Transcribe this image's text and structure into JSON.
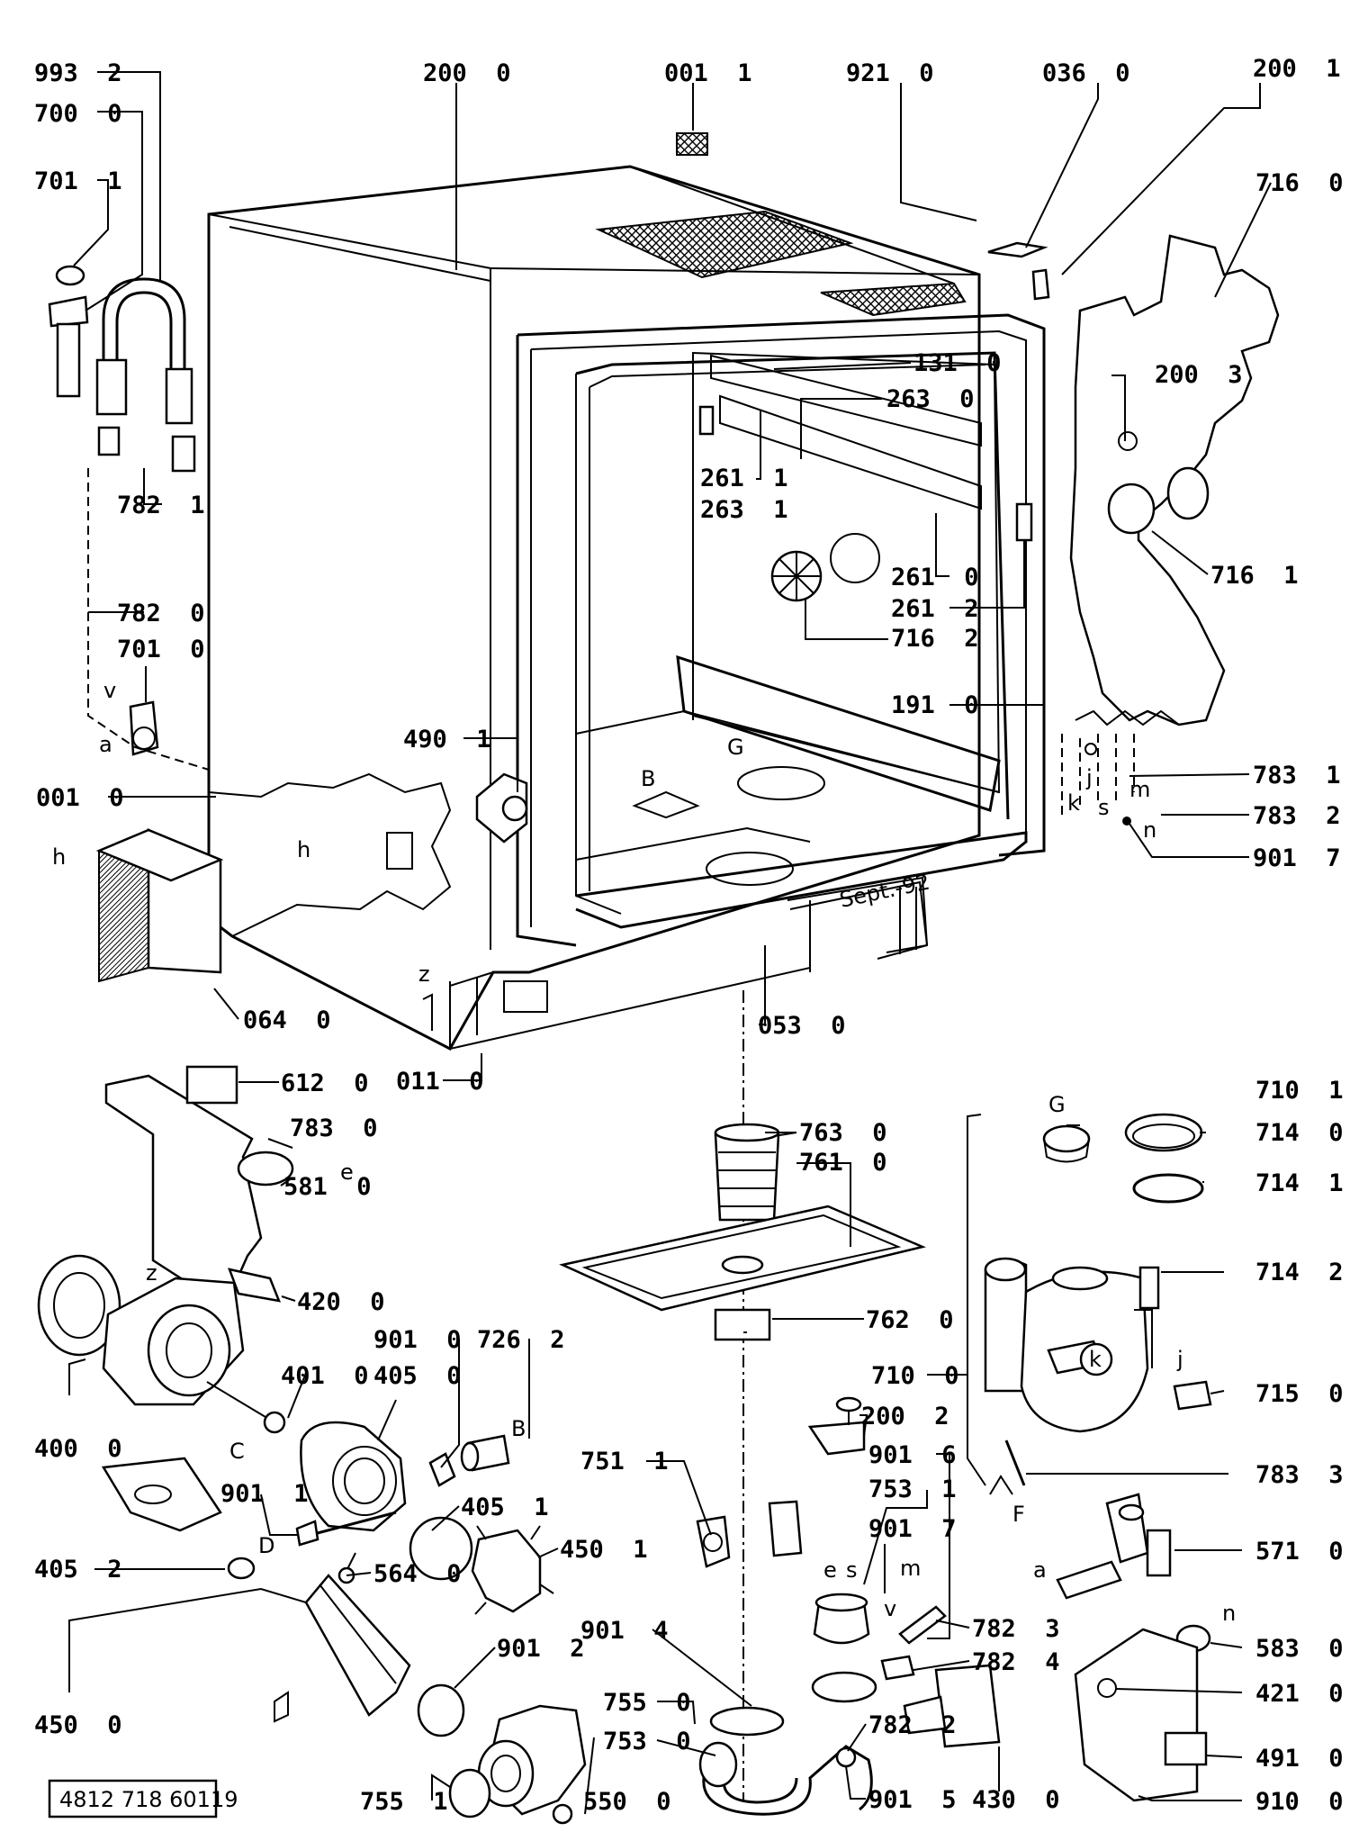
{
  "drawing_number": "4812 718 60119",
  "stamp": "Sept.-92",
  "callouts": [
    {
      "id": "c-993-2",
      "label": "993  2"
    },
    {
      "id": "c-700-0",
      "label": "700  0"
    },
    {
      "id": "c-701-1",
      "label": "701  1"
    },
    {
      "id": "c-782-1",
      "label": "782  1"
    },
    {
      "id": "c-782-0",
      "label": "782  0"
    },
    {
      "id": "c-701-0",
      "label": "701  0"
    },
    {
      "id": "c-200-0",
      "label": "200  0"
    },
    {
      "id": "c-001-1",
      "label": "001  1"
    },
    {
      "id": "c-921-0",
      "label": "921  0"
    },
    {
      "id": "c-036-0",
      "label": "036  0"
    },
    {
      "id": "c-200-1",
      "label": "200  1"
    },
    {
      "id": "c-716-0",
      "label": "716  0"
    },
    {
      "id": "c-131-0",
      "label": "131  0"
    },
    {
      "id": "c-263-0",
      "label": "263  0"
    },
    {
      "id": "c-200-3",
      "label": "200  3"
    },
    {
      "id": "c-261-1",
      "label": "261  1"
    },
    {
      "id": "c-263-1",
      "label": "263  1"
    },
    {
      "id": "c-261-0",
      "label": "261  0"
    },
    {
      "id": "c-261-2",
      "label": "261  2"
    },
    {
      "id": "c-716-1",
      "label": "716  1"
    },
    {
      "id": "c-716-2",
      "label": "716  2"
    },
    {
      "id": "c-191-0",
      "label": "191  0"
    },
    {
      "id": "c-490-1",
      "label": "490  1"
    },
    {
      "id": "c-783-1",
      "label": "783  1"
    },
    {
      "id": "c-783-2",
      "label": "783  2"
    },
    {
      "id": "c-901-7a",
      "label": "901  7"
    },
    {
      "id": "c-001-0",
      "label": "001  0"
    },
    {
      "id": "c-064-0",
      "label": "064  0"
    },
    {
      "id": "c-053-0",
      "label": "053  0"
    },
    {
      "id": "c-011-0",
      "label": "011  0"
    },
    {
      "id": "c-612-0",
      "label": "612  0"
    },
    {
      "id": "c-783-0",
      "label": "783  0"
    },
    {
      "id": "c-581-0",
      "label": "581  0"
    },
    {
      "id": "c-420-0",
      "label": "420  0"
    },
    {
      "id": "c-901-0",
      "label": "901  0"
    },
    {
      "id": "c-726-2",
      "label": "726  2"
    },
    {
      "id": "c-401-0",
      "label": "401  0"
    },
    {
      "id": "c-405-0",
      "label": "405  0"
    },
    {
      "id": "c-400-0",
      "label": "400  0"
    },
    {
      "id": "c-901-1",
      "label": "901  1"
    },
    {
      "id": "c-405-1",
      "label": "405  1"
    },
    {
      "id": "c-450-1",
      "label": "450  1"
    },
    {
      "id": "c-405-2",
      "label": "405  2"
    },
    {
      "id": "c-564-0",
      "label": "564  0"
    },
    {
      "id": "c-901-2",
      "label": "901  2"
    },
    {
      "id": "c-450-0",
      "label": "450  0"
    },
    {
      "id": "c-755-1",
      "label": "755  1"
    },
    {
      "id": "c-550-0",
      "label": "550  0"
    },
    {
      "id": "c-763-0",
      "label": "763  0"
    },
    {
      "id": "c-761-0",
      "label": "761  0"
    },
    {
      "id": "c-762-0",
      "label": "762  0"
    },
    {
      "id": "c-751-1",
      "label": "751  1"
    },
    {
      "id": "c-200-2",
      "label": "200  2"
    },
    {
      "id": "c-901-6",
      "label": "901  6"
    },
    {
      "id": "c-753-1",
      "label": "753  1"
    },
    {
      "id": "c-901-7b",
      "label": "901  7"
    },
    {
      "id": "c-901-4",
      "label": "901  4"
    },
    {
      "id": "c-755-0",
      "label": "755  0"
    },
    {
      "id": "c-753-0",
      "label": "753  0"
    },
    {
      "id": "c-782-3",
      "label": "782  3"
    },
    {
      "id": "c-782-4",
      "label": "782  4"
    },
    {
      "id": "c-782-2",
      "label": "782  2"
    },
    {
      "id": "c-901-5",
      "label": "901  5"
    },
    {
      "id": "c-430-0",
      "label": "430  0"
    },
    {
      "id": "c-710-1",
      "label": "710  1"
    },
    {
      "id": "c-714-0",
      "label": "714  0"
    },
    {
      "id": "c-714-1",
      "label": "714  1"
    },
    {
      "id": "c-714-2",
      "label": "714  2"
    },
    {
      "id": "c-710-0",
      "label": "710  0"
    },
    {
      "id": "c-715-0",
      "label": "715  0"
    },
    {
      "id": "c-783-3",
      "label": "783  3"
    },
    {
      "id": "c-571-0",
      "label": "571  0"
    },
    {
      "id": "c-583-0",
      "label": "583  0"
    },
    {
      "id": "c-421-0",
      "label": "421  0"
    },
    {
      "id": "c-491-0",
      "label": "491  0"
    },
    {
      "id": "c-910-0",
      "label": "910  0"
    }
  ],
  "connection_letters": [
    {
      "id": "l-v1",
      "label": "v"
    },
    {
      "id": "l-a1",
      "label": "a"
    },
    {
      "id": "l-h1",
      "label": "h"
    },
    {
      "id": "l-h2",
      "label": "h"
    },
    {
      "id": "l-z1",
      "label": "z"
    },
    {
      "id": "l-z2",
      "label": "z"
    },
    {
      "id": "l-B1",
      "label": "B"
    },
    {
      "id": "l-G1",
      "label": "G"
    },
    {
      "id": "l-G2",
      "label": "G"
    },
    {
      "id": "l-j1",
      "label": "j"
    },
    {
      "id": "l-k1",
      "label": "k"
    },
    {
      "id": "l-s1",
      "label": "s"
    },
    {
      "id": "l-m1",
      "label": "m"
    },
    {
      "id": "l-n1",
      "label": "n"
    },
    {
      "id": "l-e1",
      "label": "e"
    },
    {
      "id": "l-C1",
      "label": "C"
    },
    {
      "id": "l-B2",
      "label": "B"
    },
    {
      "id": "l-D1",
      "label": "D"
    },
    {
      "id": "l-e2",
      "label": "e"
    },
    {
      "id": "l-s2",
      "label": "s"
    },
    {
      "id": "l-m2",
      "label": "m"
    },
    {
      "id": "l-v2",
      "label": "v"
    },
    {
      "id": "l-k2",
      "label": "k"
    },
    {
      "id": "l-j2",
      "label": "j"
    },
    {
      "id": "l-F1",
      "label": "F"
    },
    {
      "id": "l-a2",
      "label": "a"
    },
    {
      "id": "l-n2",
      "label": "n"
    }
  ]
}
